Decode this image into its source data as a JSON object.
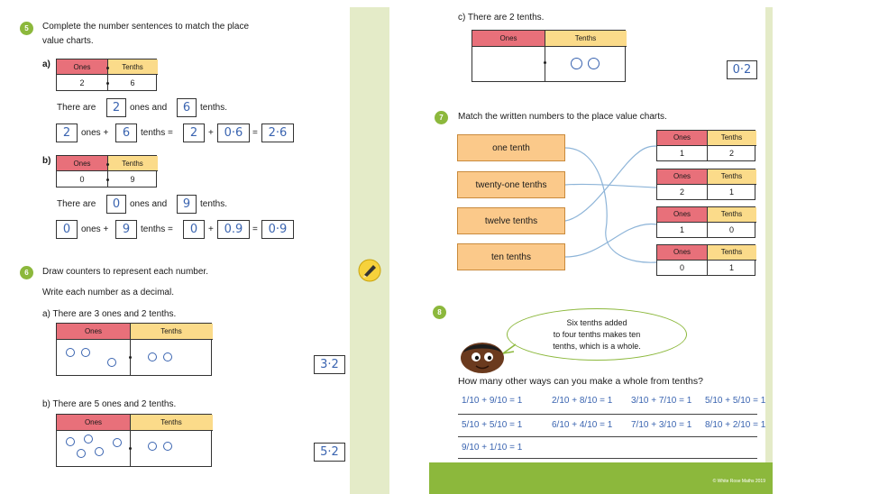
{
  "q5": {
    "number": "5",
    "prompt_line1": "Complete the number sentences to match the place",
    "prompt_line2": "value charts.",
    "a": {
      "label": "a)",
      "ones_header": "Ones",
      "tenths_header": "Tenths",
      "ones_value": "2",
      "tenths_value": "6",
      "there_are": "There are",
      "ones_and": "ones and",
      "tenths_word": "tenths.",
      "ans_ones": "2",
      "ans_tenths": "6",
      "eq_ones": "2",
      "eq_ones_word": "ones +",
      "eq_tenths": "6",
      "eq_tenths_word": "tenths =",
      "eq_a": "2",
      "plus": "+",
      "eq_b": "0·6",
      "equals": "=",
      "eq_c": "2·6"
    },
    "b": {
      "label": "b)",
      "ones_header": "Ones",
      "tenths_header": "Tenths",
      "ones_value": "0",
      "tenths_value": "9",
      "there_are": "There are",
      "ones_and": "ones and",
      "tenths_word": "tenths.",
      "ans_ones": "0",
      "ans_tenths": "9",
      "eq_ones": "0",
      "eq_ones_word": "ones +",
      "eq_tenths": "9",
      "eq_tenths_word": "tenths =",
      "eq_a": "0",
      "plus": "+",
      "eq_b": "0.9",
      "equals": "=",
      "eq_c": "0·9"
    }
  },
  "q6": {
    "number": "6",
    "prompt1": "Draw counters to represent each number.",
    "prompt2": "Write each number as a decimal.",
    "a": {
      "text": "a)  There are 3 ones and 2 tenths.",
      "ones_header": "Ones",
      "tenths_header": "Tenths",
      "answer": "3·2"
    },
    "b": {
      "text": "b)  There are 5 ones and 2 tenths.",
      "ones_header": "Ones",
      "tenths_header": "Tenths",
      "answer": "5·2"
    },
    "c": {
      "text": "c)  There are 2 tenths.",
      "ones_header": "Ones",
      "tenths_header": "Tenths",
      "answer": "0·2"
    }
  },
  "q7": {
    "number": "7",
    "prompt": "Match the written numbers to the place value charts.",
    "words": [
      "one tenth",
      "twenty-one tenths",
      "twelve tenths",
      "ten tenths"
    ],
    "charts": [
      {
        "ones_header": "Ones",
        "tenths_header": "Tenths",
        "ones": "1",
        "tenths": "2"
      },
      {
        "ones_header": "Ones",
        "tenths_header": "Tenths",
        "ones": "2",
        "tenths": "1"
      },
      {
        "ones_header": "Ones",
        "tenths_header": "Tenths",
        "ones": "1",
        "tenths": "0"
      },
      {
        "ones_header": "Ones",
        "tenths_header": "Tenths",
        "ones": "0",
        "tenths": "1"
      }
    ]
  },
  "q8": {
    "number": "8",
    "bubble_line1": "Six tenths added",
    "bubble_line2": "to four tenths makes ten",
    "bubble_line3": "tenths, which is a whole.",
    "question": "How many other ways can you make a whole from tenths?",
    "row1": [
      "1/10 + 9/10 = 1",
      "2/10 + 8/10 = 1",
      "3/10 + 7/10 = 1",
      "5/10 + 5/10 = 1"
    ],
    "row2": [
      "5/10 + 5/10 = 1",
      "6/10 + 4/10 = 1",
      "7/10 + 3/10 = 1",
      "8/10 + 2/10 = 1"
    ],
    "row3": [
      "9/10 + 1/10 = 1"
    ]
  },
  "footer": {
    "copyright": "© White Rose Maths 2019"
  },
  "colors": {
    "green": "#8cb83c",
    "ones_red": "#e8707a",
    "tenths_yellow": "#fbdb8a",
    "match_orange": "#fbc98a",
    "ink_blue": "#3a64b0"
  },
  "icons": {
    "pencil": "pencil-icon",
    "child": "child-avatar-icon"
  }
}
